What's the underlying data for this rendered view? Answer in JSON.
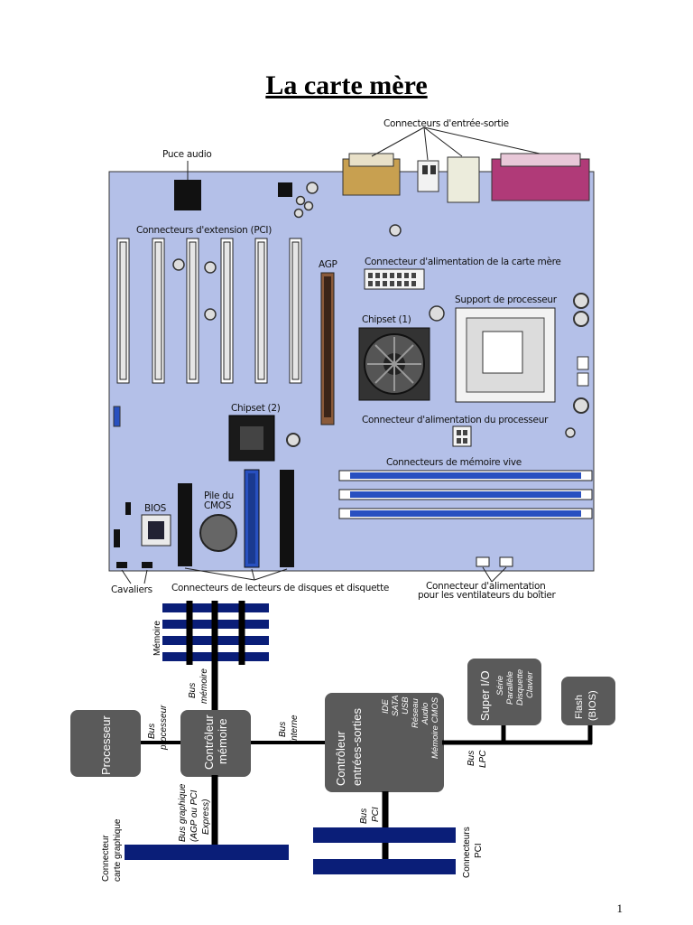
{
  "title": "La carte mère",
  "page_number": "1",
  "motherboard": {
    "labels": {
      "io_connectors": "Connecteurs d'entrée-sortie",
      "audio_chip": "Puce audio",
      "pci_slots": "Connecteurs d'extension (PCI)",
      "agp": "AGP",
      "power_connector": "Connecteur d'alimentation de la carte mère",
      "cpu_socket": "Support de processeur",
      "chipset1": "Chipset (1)",
      "chipset2": "Chipset (2)",
      "cpu_power": "Connecteur d'alimentation du processeur",
      "ram_slots": "Connecteurs de mémoire vive",
      "bios": "BIOS",
      "cmos_battery_line1": "Pile du",
      "cmos_battery_line2": "CMOS",
      "jumpers": "Cavaliers",
      "drive_connectors": "Connecteurs de lecteurs de disques et disquette",
      "fan_power_line1": "Connecteur d'alimentation",
      "fan_power_line2": "pour les ventilateurs du boîtier"
    },
    "colors": {
      "board": "#b4c0e8",
      "serial": "#c8a050",
      "parallel": "#b03a78",
      "ram_blue": "#2850c0"
    }
  },
  "bus_diagram": {
    "memory_label": "Mémoire",
    "bus_memory": [
      "Bus",
      "mémoire"
    ],
    "bus_processor": [
      "Bus",
      "processeur"
    ],
    "bus_internal": [
      "Bus",
      "interne"
    ],
    "bus_graphics": [
      "Bus graphique",
      "(AGP ou PCI",
      "Express)"
    ],
    "bus_pci": [
      "Bus",
      "PCI"
    ],
    "bus_lpc": [
      "Bus",
      "LPC"
    ],
    "graphics_connector": [
      "Connecteur",
      "carte graphique"
    ],
    "pci_connectors": [
      "Connecteurs",
      "PCI"
    ],
    "processor": "Processeur",
    "memory_controller": [
      "Contrôleur",
      "mémoire"
    ],
    "io_controller": [
      "Contrôleur",
      "entrées-sorties"
    ],
    "io_controller_items": [
      "IDE",
      "SATA",
      "USB",
      "Réseau",
      "Audio",
      "Mémoire CMOS"
    ],
    "super_io": "Super I/O",
    "super_io_items": [
      "Série",
      "Parallèle",
      "Disquette",
      "Clavier"
    ],
    "flash": [
      "Flash",
      "(BIOS)"
    ],
    "colors": {
      "bus": "#000000",
      "box": "#5a5a5a",
      "slots": "#0a1e78"
    }
  }
}
